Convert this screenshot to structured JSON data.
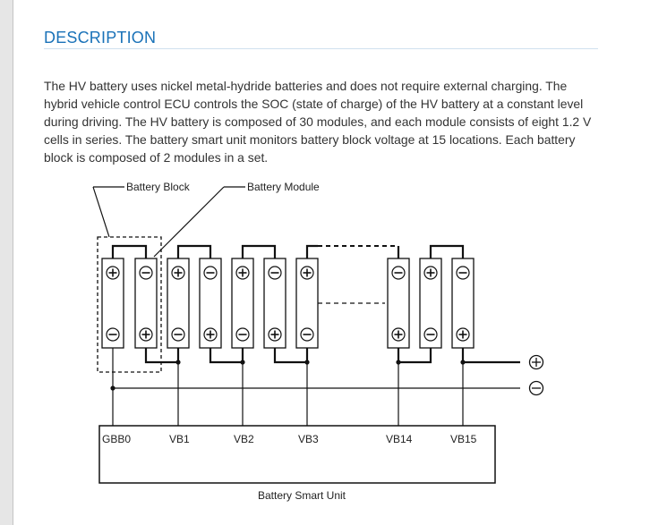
{
  "section": {
    "heading": "DESCRIPTION",
    "paragraph": "The HV battery uses nickel metal-hydride batteries and does not require external charging. The hybrid vehicle control ECU controls the SOC (state of charge) of the HV battery at a constant level during driving. The HV battery is composed of 30 modules, and each module consists of eight 1.2 V cells in series. The battery smart unit monitors battery block voltage at 15 locations. Each battery block is composed of 2 modules in a set."
  },
  "diagram": {
    "callouts": {
      "battery_block": "Battery Block",
      "battery_module": "Battery Module"
    },
    "terminal_symbols": {
      "positive": "+",
      "negative": "−"
    },
    "taps": [
      "GBB0",
      "VB1",
      "VB2",
      "VB3",
      "VB14",
      "VB15"
    ],
    "unit_label": "Battery Smart Unit",
    "module_count_total": 30,
    "block_count_total": 15
  },
  "colors": {
    "heading": "#1a72b8",
    "body_text": "#333333",
    "line": "#111111"
  }
}
